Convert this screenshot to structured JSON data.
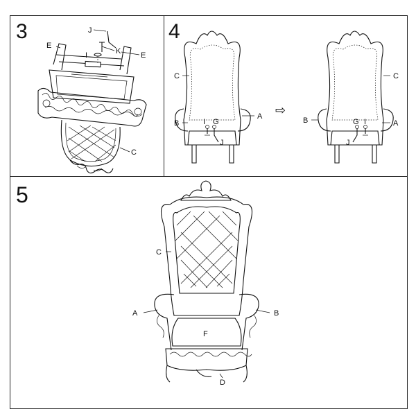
{
  "steps": {
    "s3": {
      "number": "3",
      "labels": {
        "J": "J",
        "K": "K",
        "I": "I",
        "E_left": "E",
        "E_right": "E",
        "C": "C"
      }
    },
    "s4": {
      "number": "4",
      "arrow": "⇨",
      "left_labels": {
        "C": "C",
        "B": "B",
        "I": "I",
        "G": "G",
        "J": "J",
        "A": "A"
      },
      "right_labels": {
        "C": "C",
        "B": "B",
        "G": "G",
        "I": "I",
        "J": "J",
        "A": "A"
      }
    },
    "s5": {
      "number": "5",
      "labels": {
        "C": "C",
        "A": "A",
        "B": "B",
        "F": "F",
        "D": "D"
      }
    }
  }
}
